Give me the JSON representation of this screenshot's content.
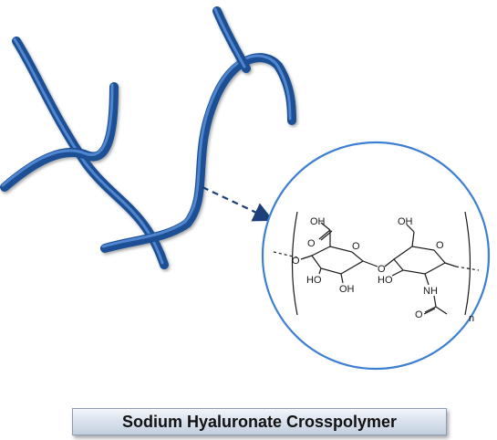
{
  "caption": {
    "title": "Sodium Hyaluronate Crosspolymer"
  },
  "structure": {
    "labels": {
      "oh_carboxyl": "OH",
      "carbonyl_o": "O",
      "ring1_o": "O",
      "link_o_left": "O",
      "ring1_ho": "HO",
      "ring1_oh": "OH",
      "glycosidic_o": "O",
      "ring2_oh_top": "OH",
      "ring2_o": "O",
      "ring2_ho": "HO",
      "amide_nh": "NH",
      "amide_o": "O",
      "repeat_n": "n"
    }
  },
  "colors": {
    "strand": "#1e4f94",
    "strand_highlight": "#4f86cf",
    "circle_border": "#3d7fd1",
    "arrow": "#1c3f7a"
  }
}
